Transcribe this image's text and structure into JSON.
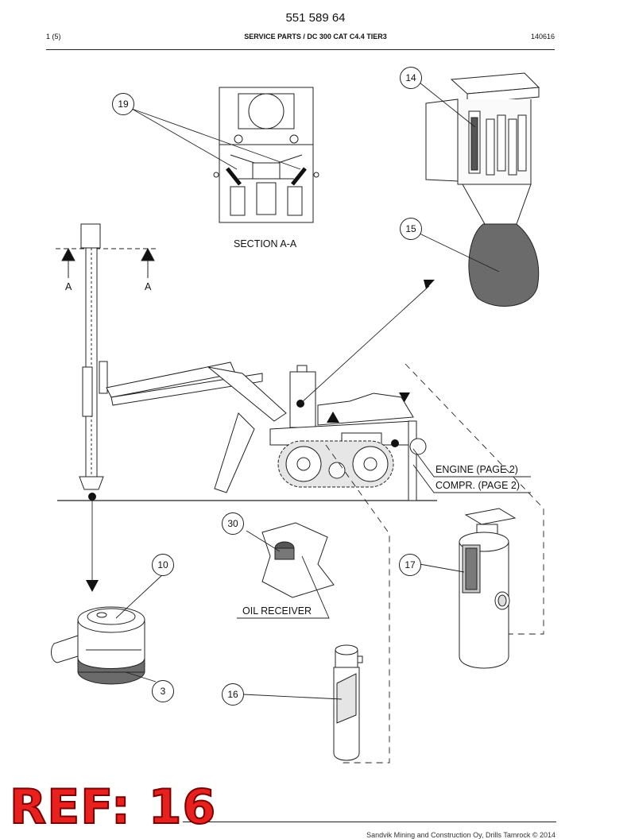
{
  "header": {
    "doc_number": "551 589 64",
    "page": "1 (5)",
    "title": "SERVICE PARTS / DC 300 CAT C4.4 TIER3",
    "date": "140616"
  },
  "labels": {
    "section": "SECTION A-A",
    "section_mark_left": "A",
    "section_mark_right": "A",
    "engine": "ENGINE (PAGE 2)",
    "compressor": "COMPR. (PAGE 2)",
    "oil_receiver": "OIL RECEIVER"
  },
  "callouts": {
    "c19": "19",
    "c14": "14",
    "c15": "15",
    "c30": "30",
    "c10": "10",
    "c17": "17",
    "c3": "3",
    "c16": "16"
  },
  "overlay": {
    "ref": "REF: 16",
    "ref_color": "#e8201e"
  },
  "footer": {
    "copyright": "Sandvik Mining and Construction Oy, Drills Tamrock © 2014"
  }
}
